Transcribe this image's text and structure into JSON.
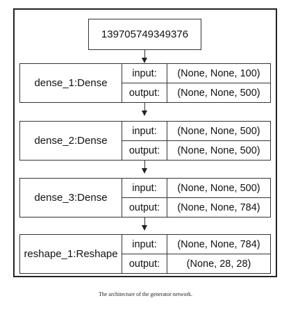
{
  "diagram": {
    "root_label": "139705749349376",
    "layers": [
      {
        "name": "dense_1:Dense",
        "input_label": "input:",
        "output_label": "output:",
        "input_shape": "(None, None, 100)",
        "output_shape": "(None, None, 500)"
      },
      {
        "name": "dense_2:Dense",
        "input_label": "input:",
        "output_label": "output:",
        "input_shape": "(None, None, 500)",
        "output_shape": "(None, None, 500)"
      },
      {
        "name": "dense_3:Dense",
        "input_label": "input:",
        "output_label": "output:",
        "input_shape": "(None, None, 500)",
        "output_shape": "(None, None, 784)"
      },
      {
        "name": "reshape_1:Reshape",
        "input_label": "input:",
        "output_label": "output:",
        "input_shape": "(None, None, 784)",
        "output_shape": "(None, 28, 28)"
      }
    ],
    "caption": "The architecture of the generator network."
  }
}
